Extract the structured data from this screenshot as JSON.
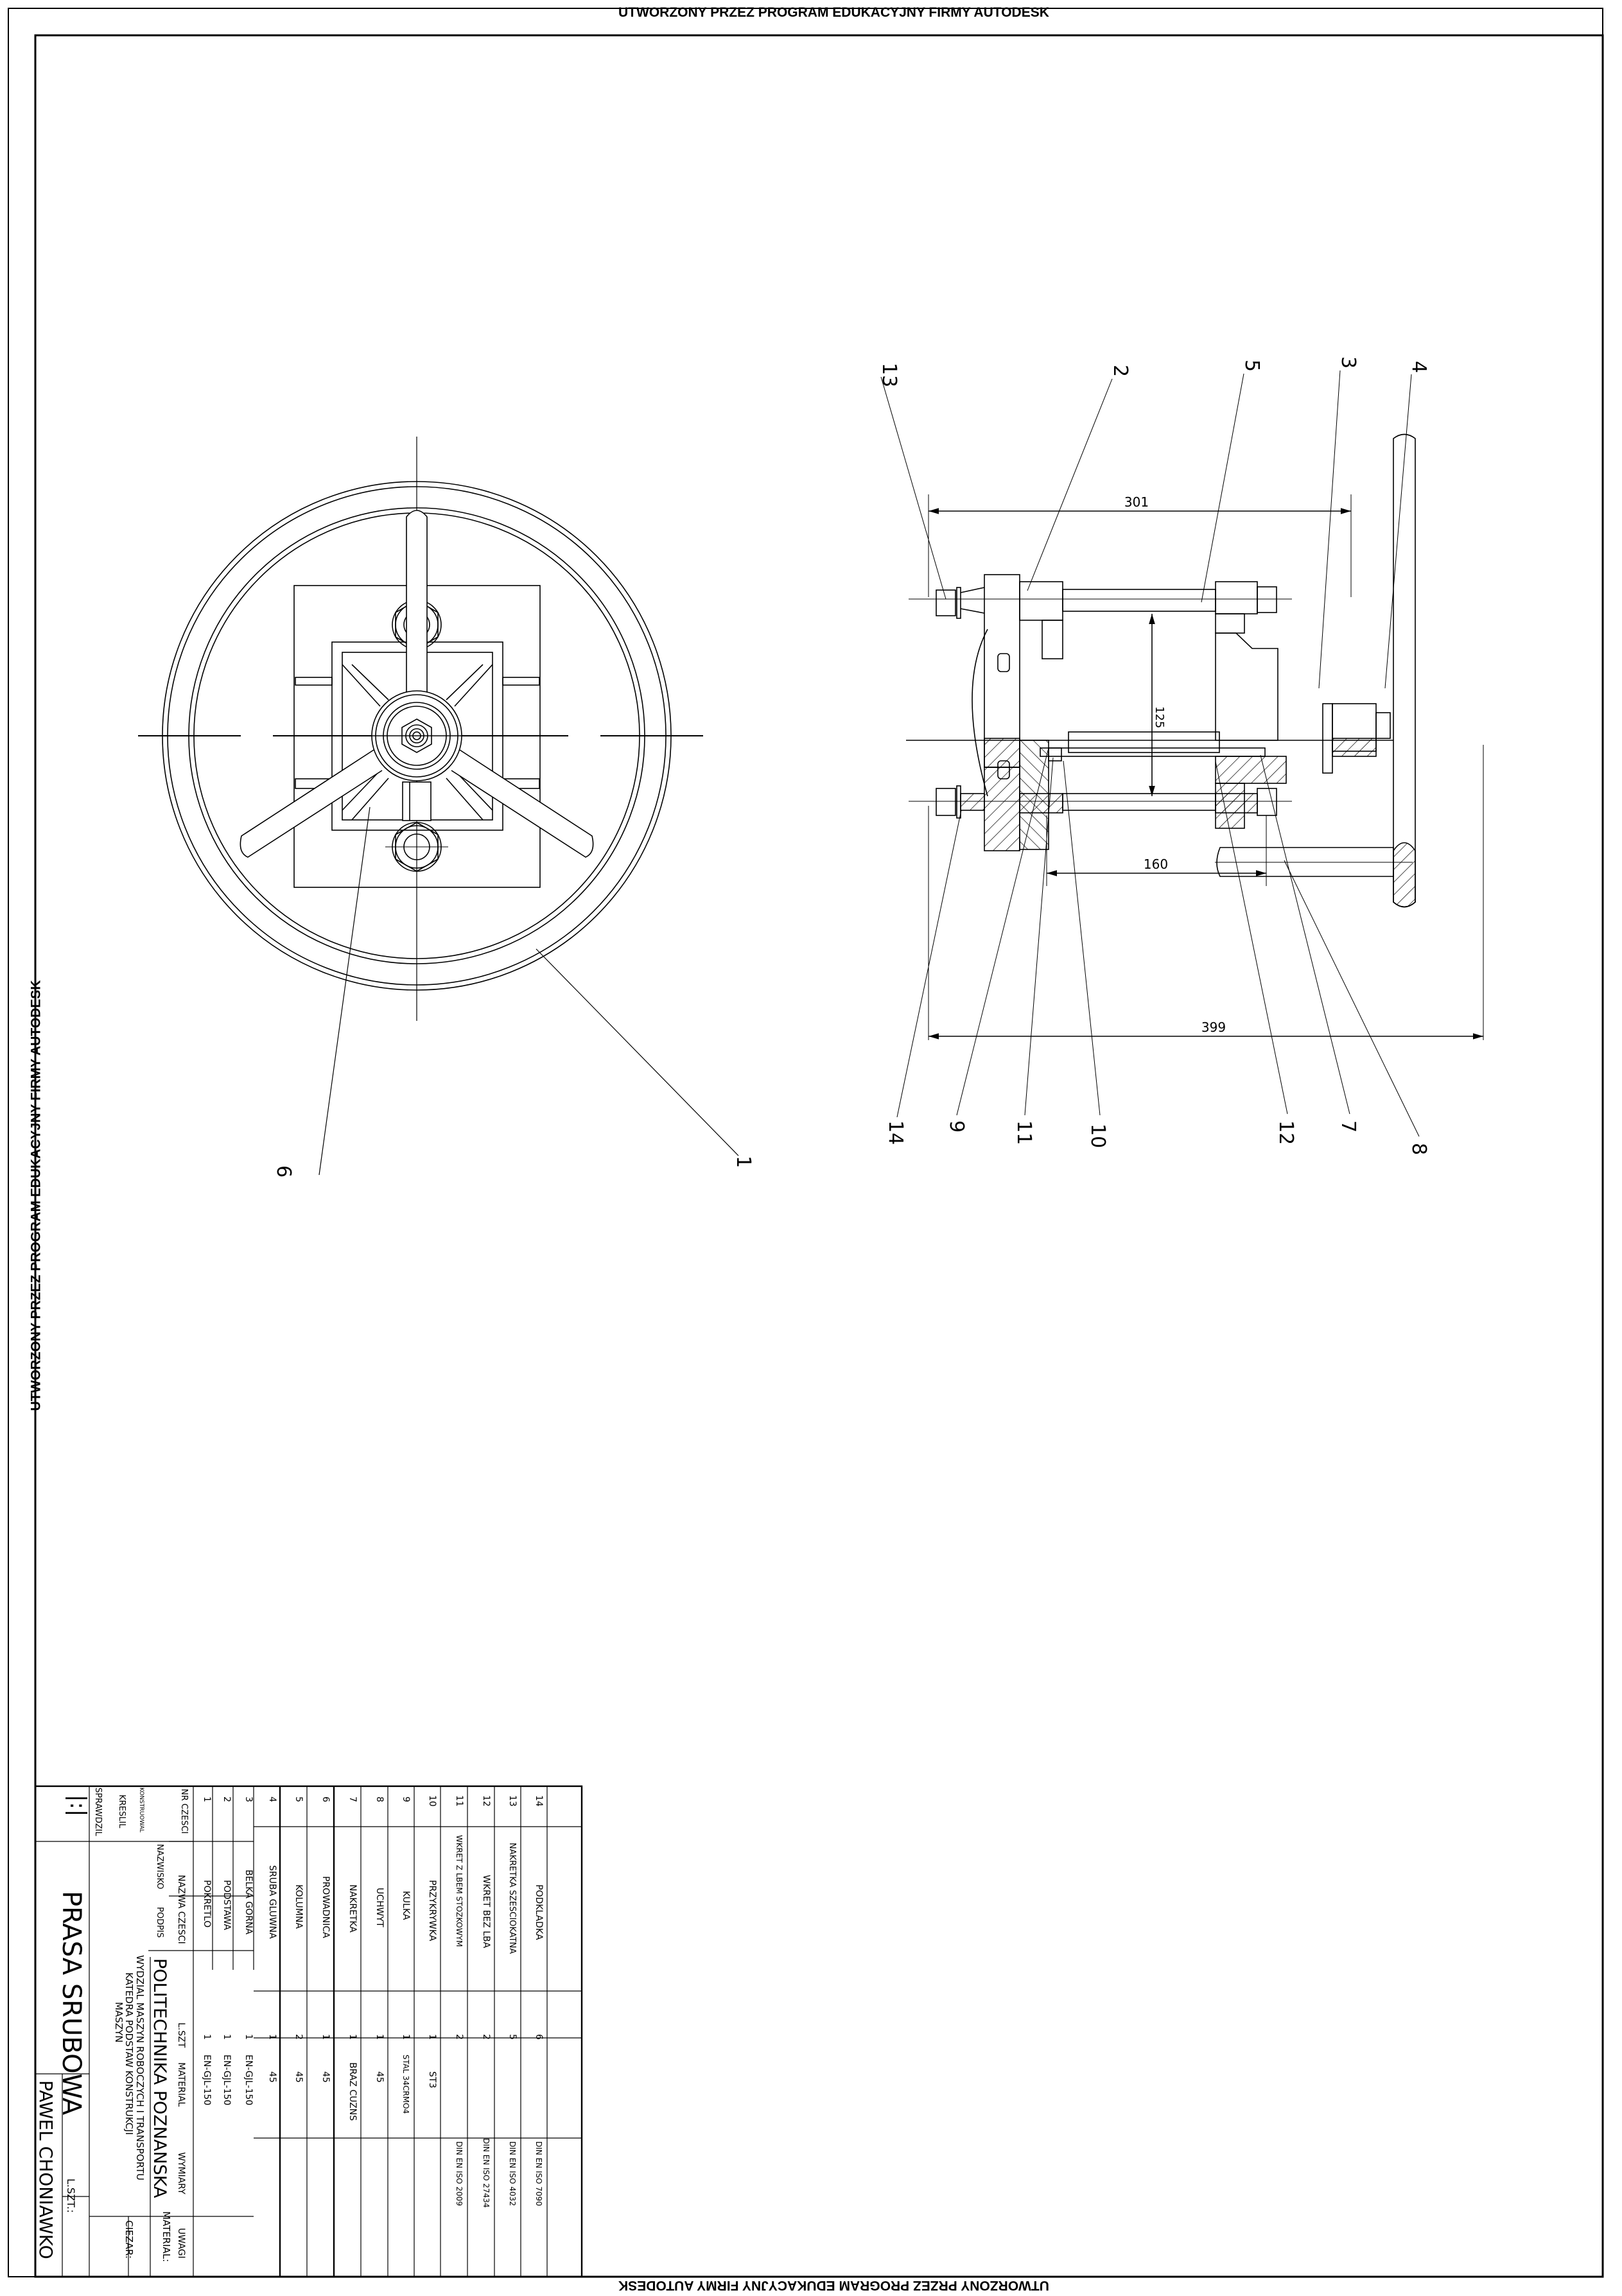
{
  "watermark": {
    "text": "UTWORZONY PRZEZ PROGRAM EDUKACYJNY FIRMY AUTODESK"
  },
  "views": {
    "front_view": {
      "balloons": [
        "6",
        "1"
      ]
    },
    "side_view": {
      "top_balloons": [
        "13",
        "2",
        "5",
        "3",
        "4"
      ],
      "bottom_balloons": [
        "14",
        "9",
        "11",
        "10",
        "12",
        "7",
        "8"
      ],
      "dimensions": {
        "overall_top": "301",
        "height": "125",
        "inner": "160",
        "overall_bottom": "399"
      }
    }
  },
  "title_block": {
    "title": "PRASA SRUBOWA",
    "author": "PAWEL CHONIAWKO",
    "scale_symbol": "|:|",
    "sheet_label": "L.SZT.:",
    "university": "POLITECHNIKA POZNANSKA",
    "faculty": "WYDZIAL MASZYN ROBOCZYCH I TRANSPORTU",
    "department": "KATEDRA PODSTAW KONSTRUKCJI",
    "department2": "MASZYN",
    "material_label": "MATERIAL:",
    "weight_label": "CIEZAR:",
    "roles": [
      "SPRAWDZIL",
      "KRESLIL",
      "KONSTRUOWAL"
    ],
    "name_header": "NAZWISKO",
    "signature_header": "PODPIS",
    "columns": {
      "nr": "NR CZESCI",
      "name": "NAZWA CZESCI",
      "qty": "L.SZT",
      "material": "MATERIAL",
      "dims": "WYMIARY",
      "notes": "UWAGI"
    },
    "parts": [
      {
        "nr": "1",
        "name": "POKRETLO",
        "qty": "1",
        "material": "EN-GJL-150",
        "dims": ""
      },
      {
        "nr": "2",
        "name": "PODSTAWA",
        "qty": "1",
        "material": "EN-GJL-150",
        "dims": ""
      },
      {
        "nr": "3",
        "name": "BELKA GORNA",
        "qty": "1",
        "material": "EN-GJL-150",
        "dims": ""
      },
      {
        "nr": "4",
        "name": "SRUBA GLUWNA",
        "qty": "1",
        "material": "45",
        "dims": ""
      },
      {
        "nr": "5",
        "name": "KOLUMNA",
        "qty": "2",
        "material": "45",
        "dims": ""
      },
      {
        "nr": "6",
        "name": "PROWADNICA",
        "qty": "1",
        "material": "45",
        "dims": ""
      },
      {
        "nr": "7",
        "name": "NAKRETKA",
        "qty": "1",
        "material": "BRAZ CUZNS",
        "dims": ""
      },
      {
        "nr": "8",
        "name": "UCHWYT",
        "qty": "1",
        "material": "45",
        "dims": ""
      },
      {
        "nr": "9",
        "name": "KULKA",
        "qty": "1",
        "material": "STAL 34CRMO4",
        "dims": ""
      },
      {
        "nr": "10",
        "name": "PRZYKRYWKA",
        "qty": "1",
        "material": "ST3",
        "dims": ""
      },
      {
        "nr": "11",
        "name": "WKRET Z LBEM STOZKOWYM",
        "qty": "2",
        "material": "",
        "dims": "DIN EN ISO 2009"
      },
      {
        "nr": "12",
        "name": "WKRET BEZ LBA",
        "qty": "2",
        "material": "",
        "dims": "DIN EN ISO 27434"
      },
      {
        "nr": "13",
        "name": "NAKRETKA SZESCIOKATNA",
        "qty": "5",
        "material": "",
        "dims": "DIN EN ISO 4032"
      },
      {
        "nr": "14",
        "name": "PODKLADKA",
        "qty": "6",
        "material": "",
        "dims": "DIN EN ISO 7090"
      }
    ]
  }
}
